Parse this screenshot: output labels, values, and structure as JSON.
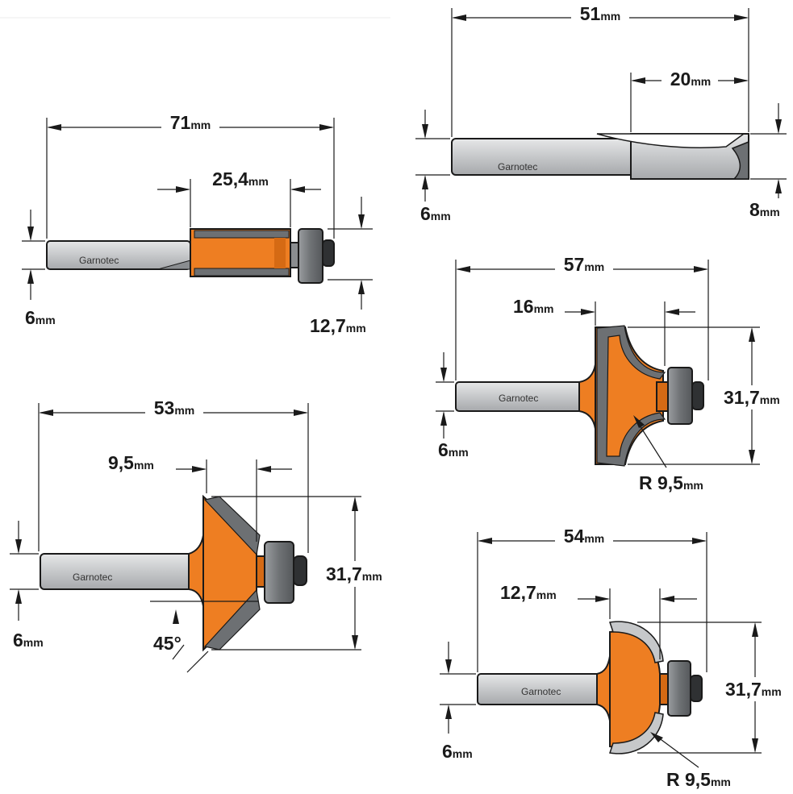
{
  "brand": "Garnotec",
  "colors": {
    "cutter_orange": "#EE7E22",
    "shank_grey": "#C6C8CA",
    "carbide_dark": "#6D7073",
    "bearing_grey": "#7B7E81",
    "bearing_core": "#2F3133",
    "line": "#1A1A1A"
  },
  "bits": {
    "flush_trim": {
      "overall_num": "71",
      "overall_unit": "mm",
      "cutting_num": "25,4",
      "cutting_unit": "mm",
      "shank_num": "6",
      "shank_unit": "mm",
      "diameter_num": "12,7",
      "diameter_unit": "mm"
    },
    "straight": {
      "overall_num": "51",
      "overall_unit": "mm",
      "cutting_num": "20",
      "cutting_unit": "mm",
      "shank_num": "6",
      "shank_unit": "mm",
      "diameter_num": "8",
      "diameter_unit": "mm"
    },
    "roundover": {
      "overall_num": "57",
      "overall_unit": "mm",
      "cutting_num": "16",
      "cutting_unit": "mm",
      "shank_num": "6",
      "shank_unit": "mm",
      "diameter_num": "31,7",
      "diameter_unit": "mm",
      "radius_num": "R 9,5",
      "radius_unit": "mm"
    },
    "chamfer": {
      "overall_num": "53",
      "overall_unit": "mm",
      "cutting_num": "9,5",
      "cutting_unit": "mm",
      "shank_num": "6",
      "shank_unit": "mm",
      "diameter_num": "31,7",
      "diameter_unit": "mm",
      "angle": "45°"
    },
    "cove": {
      "overall_num": "54",
      "overall_unit": "mm",
      "cutting_num": "12,7",
      "cutting_unit": "mm",
      "shank_num": "6",
      "shank_unit": "mm",
      "diameter_num": "31,7",
      "diameter_unit": "mm",
      "radius_num": "R 9,5",
      "radius_unit": "mm"
    }
  }
}
